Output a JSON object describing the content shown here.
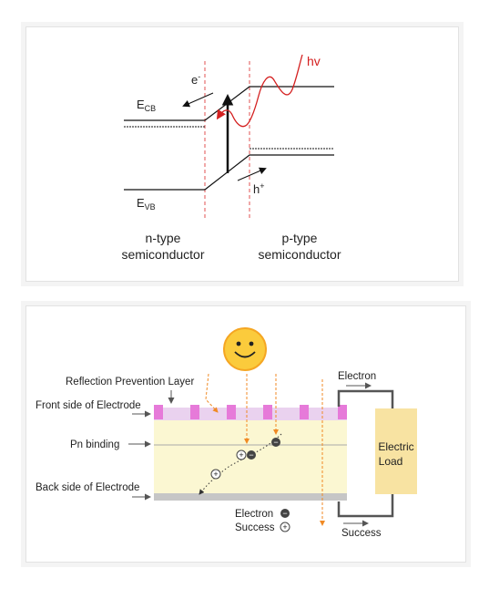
{
  "band_diagram": {
    "e_cb_main": "E",
    "e_cb_sub": "CB",
    "e_vb_main": "E",
    "e_vb_sub": "VB",
    "electron_main": "e",
    "electron_sup": "-",
    "hole_main": "h",
    "hole_sup": "+",
    "photon": "hv",
    "n_type_line1": "n-type",
    "n_type_line2": "semiconductor",
    "p_type_line1": "p-type",
    "p_type_line2": "semiconductor",
    "colors": {
      "photon": "#d42020",
      "junction": "#e05050",
      "band": "#111111"
    }
  },
  "solar_cell": {
    "reflection_layer": "Reflection Prevention Layer",
    "front_electrode": "Front side of Electrode",
    "pn_binding": "Pn binding",
    "back_electrode": "Back side of Electrode",
    "electron_top": "Electron",
    "success_bottom": "Success",
    "load_line1": "Electric",
    "load_line2": "Load",
    "legend_electron": "Electron",
    "legend_success": "Success",
    "colors": {
      "cell_body": "#fbf7d2",
      "front_layer": "#ead2ef",
      "contacts": "#e67ad9",
      "back_layer": "#c6c6c6",
      "load": "#f8e3a2",
      "light_ray": "#f08a24",
      "sun": "#fbcb3c"
    }
  }
}
